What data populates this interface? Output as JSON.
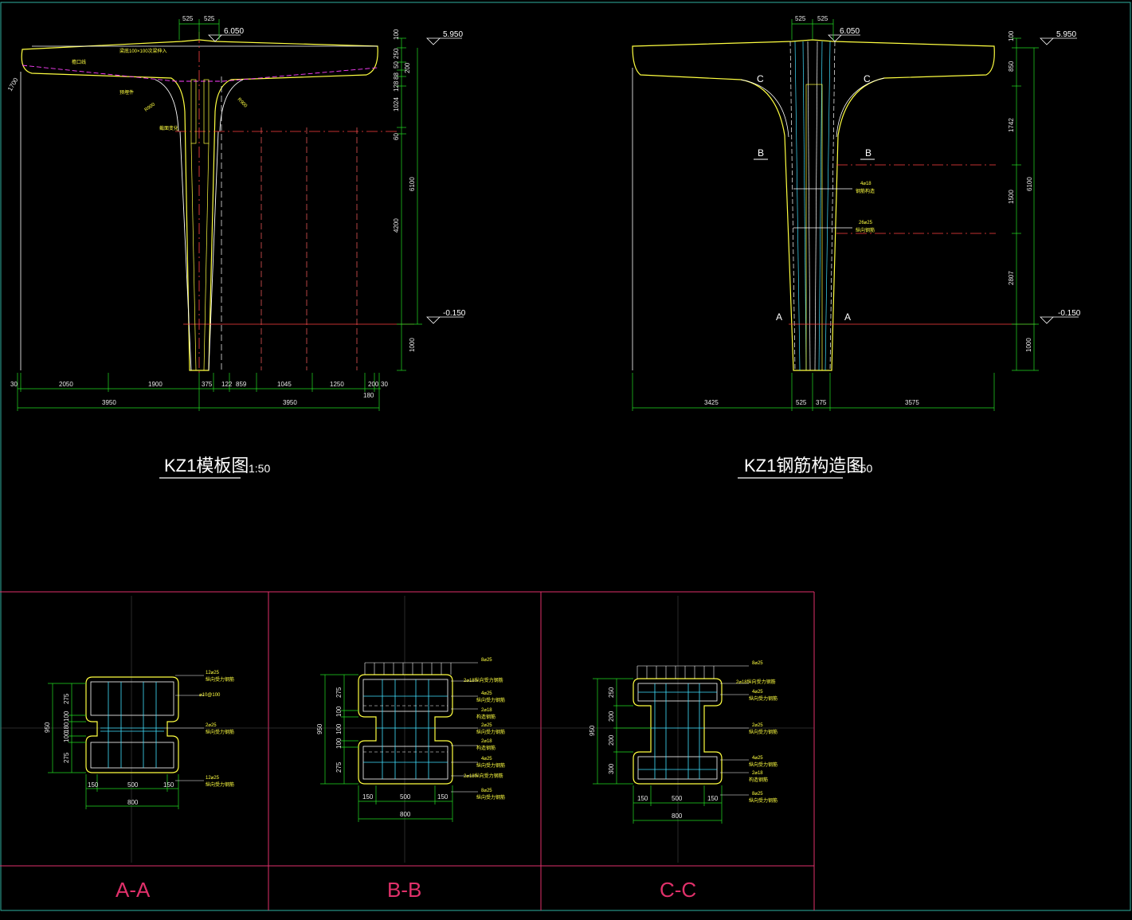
{
  "colors": {
    "background": "#000000",
    "outline_white": "#ffffff",
    "outline_yellow": "#ffff40",
    "dimension_green": "#22dd22",
    "centerline_red": "#ff4040",
    "hidden_magenta": "#ff40ff",
    "rebar_cyan": "#40e0ff",
    "frame_crimson": "#e0306a",
    "border_teal": "#30b0a0"
  },
  "elevations": {
    "top_left": "6.050",
    "side_left": "5.950",
    "ground_left": "-0.150",
    "top_right": "6.050",
    "side_right": "5.950",
    "ground_right": "-0.150"
  },
  "formwork": {
    "title": "KZ1模板图",
    "scale": "1:50",
    "top_dims": [
      "525",
      "525"
    ],
    "right_dims": [
      "100",
      "250",
      "200",
      "50",
      "88",
      "128",
      "1024",
      "60",
      "4200",
      "6100",
      "1000"
    ],
    "bottom_row1": [
      "30",
      "2050",
      "1900",
      "375",
      "122",
      "859",
      "1045",
      "1250",
      "200",
      "30"
    ],
    "bottom_row2": [
      "3950",
      "3950",
      "180"
    ],
    "left_dim": "1700",
    "notes": [
      "梁底100×100次梁伸入",
      "檐口线",
      "预埋件",
      "R900",
      "R900",
      "截面变化"
    ]
  },
  "reinforcement": {
    "title": "KZ1钢筋构造图",
    "scale": "1:50",
    "top_dims": [
      "525",
      "525"
    ],
    "right_dims": [
      "100",
      "850",
      "1742",
      "6100",
      "1500",
      "2807",
      "1000"
    ],
    "bottom_dims": [
      "3425",
      "525",
      "375",
      "3575"
    ],
    "section_marks": [
      "C",
      "C",
      "B",
      "B",
      "A",
      "A"
    ],
    "callouts": [
      "4⌀18",
      "钢筋构造",
      "26⌀25",
      "纵向钢筋"
    ]
  },
  "sections": [
    {
      "title": "A-A",
      "left_dims": [
        "275",
        "100",
        "180",
        "100",
        "275"
      ],
      "total_height": "950",
      "bottom_dims": [
        "150",
        "500",
        "150"
      ],
      "total_width": "800",
      "callouts": [
        "12⌀25",
        "纵向受力钢筋",
        "⌀10@100",
        "2⌀25",
        "纵向受力钢筋",
        "12⌀25",
        "纵向受力钢筋"
      ]
    },
    {
      "title": "B-B",
      "left_dims": [
        "275",
        "100",
        "100",
        "100",
        "275"
      ],
      "total_height": "950",
      "bottom_dims": [
        "150",
        "500",
        "150"
      ],
      "total_width": "800",
      "callouts": [
        "8⌀25",
        "2⌀18纵向受力钢筋",
        "4⌀25",
        "纵向受力钢筋",
        "2⌀18",
        "构造钢筋",
        "2⌀25",
        "纵向受力钢筋",
        "2⌀18",
        "构造钢筋",
        "4⌀25",
        "纵向受力钢筋",
        "2⌀18纵向受力钢筋",
        "8⌀25",
        "纵向受力钢筋"
      ]
    },
    {
      "title": "C-C",
      "left_dims": [
        "250",
        "200",
        "200",
        "300"
      ],
      "total_height": "950",
      "bottom_dims": [
        "150",
        "500",
        "150"
      ],
      "total_width": "800",
      "callouts": [
        "8⌀25",
        "2⌀18纵向受力钢筋",
        "4⌀25",
        "纵向受力钢筋",
        "2⌀25",
        "纵向受力钢筋",
        "4⌀25",
        "纵向受力钢筋",
        "2⌀18",
        "构造钢筋",
        "8⌀25",
        "纵向受力钢筋"
      ]
    }
  ]
}
